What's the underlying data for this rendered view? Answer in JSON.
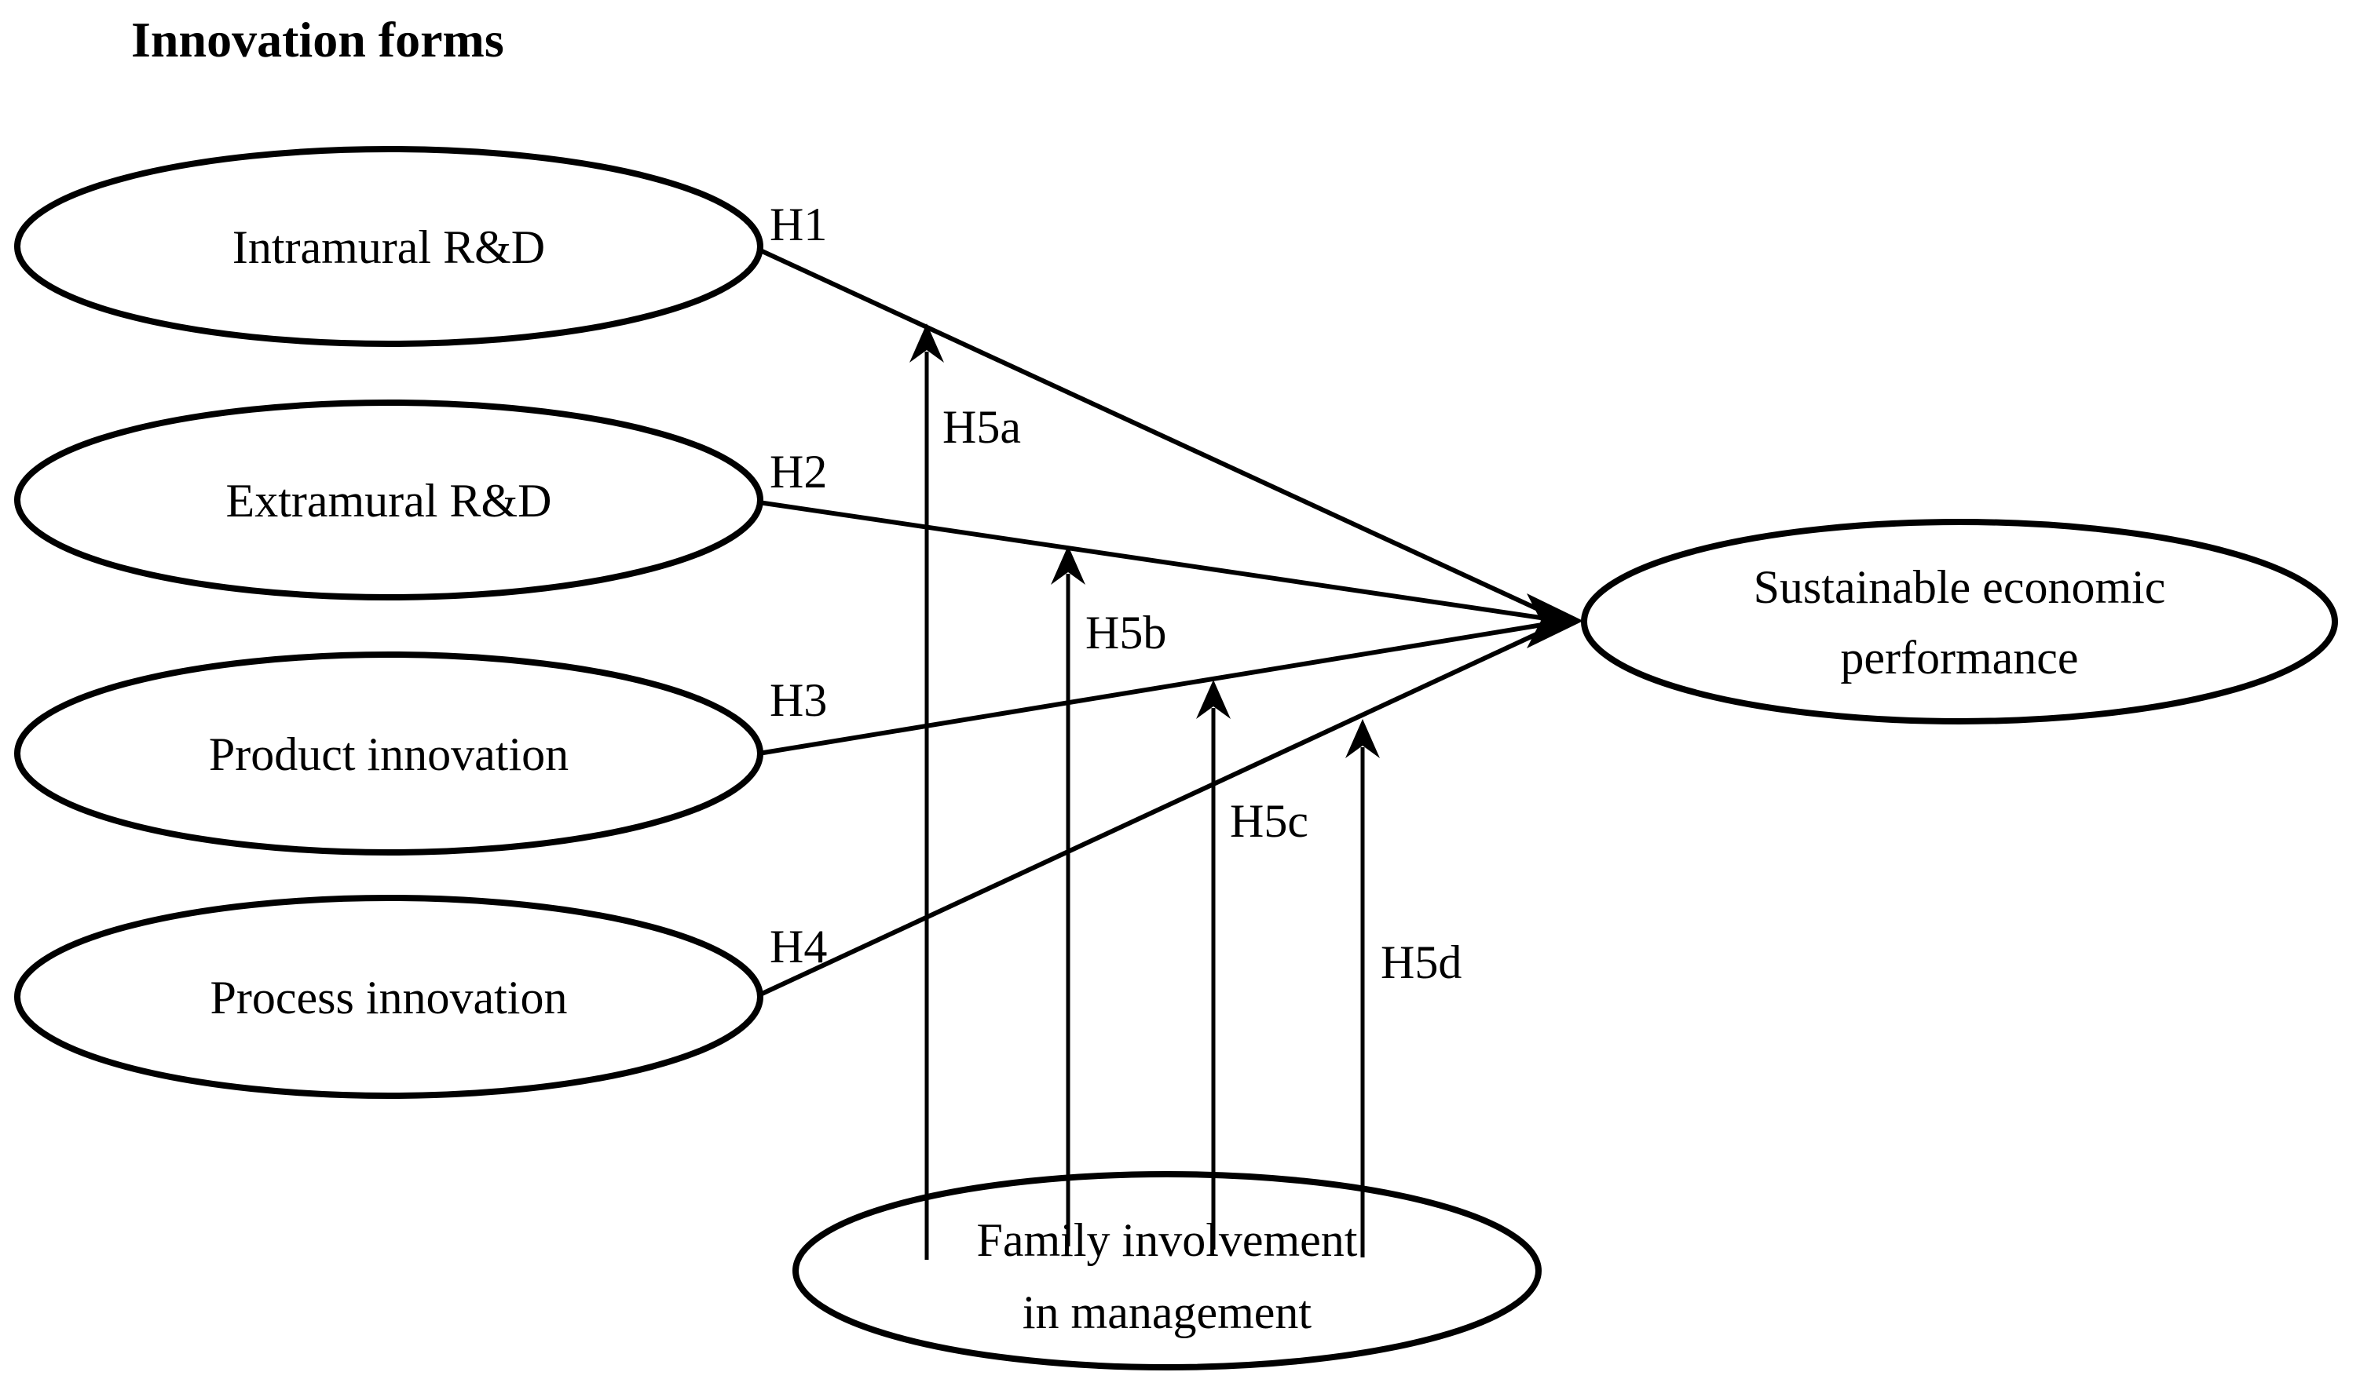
{
  "diagram": {
    "title": "Innovation forms",
    "colors": {
      "stroke": "#000000",
      "text": "#000000",
      "background": "#ffffff"
    },
    "nodes": [
      {
        "id": "intramural-rd",
        "label": "Intramural R&D"
      },
      {
        "id": "extramural-rd",
        "label": "Extramural R&D"
      },
      {
        "id": "product-innovation",
        "label": "Product innovation"
      },
      {
        "id": "process-innovation",
        "label": "Process innovation"
      },
      {
        "id": "sustainable-economic-performance",
        "label": "Sustainable economic performance",
        "line1": "Sustainable economic",
        "line2": "performance"
      },
      {
        "id": "family-involvement-in-management",
        "label": "Family involvement in management",
        "line1": "Family involvement",
        "line2": "in management"
      }
    ],
    "hypotheses": [
      {
        "id": "h1",
        "label": "H1",
        "from": "Intramural R&D",
        "to": "Sustainable economic performance"
      },
      {
        "id": "h2",
        "label": "H2",
        "from": "Extramural R&D",
        "to": "Sustainable economic performance"
      },
      {
        "id": "h3",
        "label": "H3",
        "from": "Product innovation",
        "to": "Sustainable economic performance"
      },
      {
        "id": "h4",
        "label": "H4",
        "from": "Process innovation",
        "to": "Sustainable economic performance"
      },
      {
        "id": "h5a",
        "label": "H5a",
        "from": "Family involvement in management",
        "to": "H1"
      },
      {
        "id": "h5b",
        "label": "H5b",
        "from": "Family involvement in management",
        "to": "H2"
      },
      {
        "id": "h5c",
        "label": "H5c",
        "from": "Family involvement in management",
        "to": "H3"
      },
      {
        "id": "h5d",
        "label": "H5d",
        "from": "Family involvement in management",
        "to": "H4"
      }
    ]
  }
}
